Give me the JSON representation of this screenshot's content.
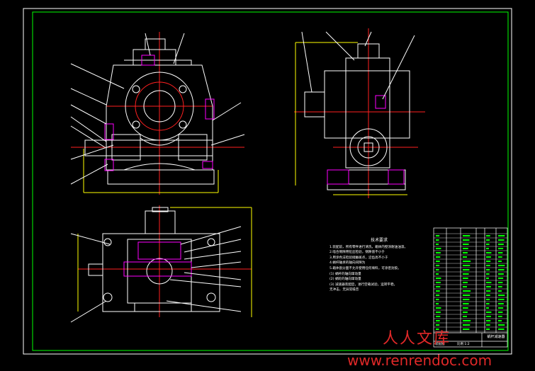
{
  "drawing": {
    "sheet_color": "#000000",
    "border_color": "#ffffff",
    "outline_color": "#ffffff",
    "frame_color": "#00ff00",
    "centerline_color": "#ff2020",
    "hatch_color": "#ff00ff",
    "dimension_color": "#ffff00",
    "leader_color": "#ffffff"
  },
  "tech_requirements": {
    "title": "技术要求",
    "lines": [
      "1.装配前，所有零件进行清洗，箱体内壁涂耐油油漆。",
      "2.啮合侧隙用铅丝检验，侧隙值不小于",
      "3.用涂色法检验接触斑点，沿齿高不小于",
      "4.蜗杆轴承的轴向间隙为",
      "5.箱体剖分面不允许使用任何填料，可涂密封胶。",
      "(1) 蜗杆的轴向窜动量",
      "(2) 蜗轮的轴向窜动量",
      "(3) 减速器装配后，进行空载试验，运转平稳，",
      "无冲击，无异常噪音"
    ]
  },
  "title_block": {
    "drawing_name": "蜗杆减速器",
    "lines": [
      "装配图",
      "比例 1:2"
    ]
  },
  "watermark": {
    "cn": "人人文库",
    "url": "www.renrendoc.com"
  }
}
